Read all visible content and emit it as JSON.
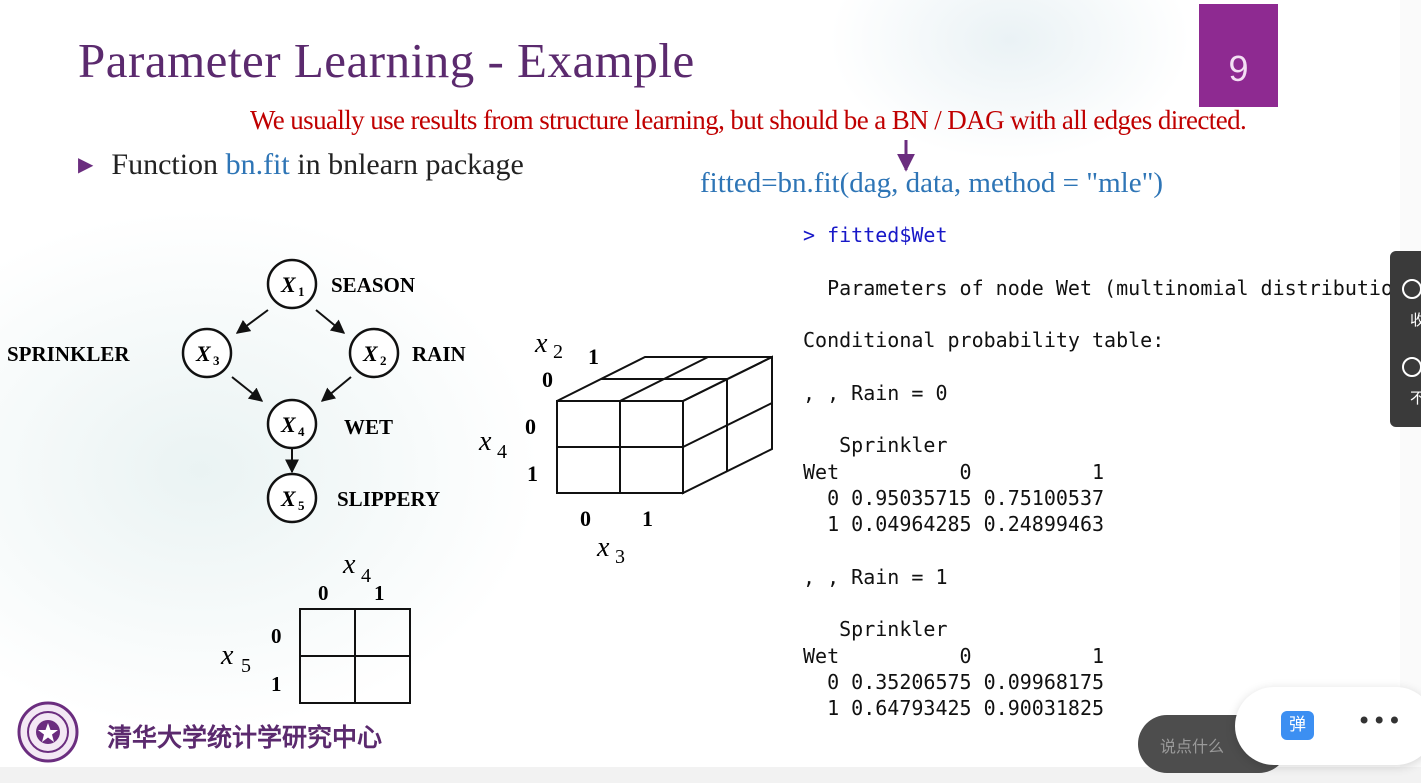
{
  "slide": {
    "title": "Parameter Learning - Example",
    "number": "9",
    "note": "We usually use results from structure learning, but should be a BN / DAG with all edges directed.",
    "bullet": {
      "prefix": "Function ",
      "func": "bn.fit",
      "suffix": " in bnlearn package"
    },
    "code": "fitted=bn.fit(dag, data, method = \"mle\")"
  },
  "network": {
    "nodes": [
      {
        "symbol": "X",
        "sub": "1",
        "label": "SEASON"
      },
      {
        "symbol": "X",
        "sub": "3",
        "label": "SPRINKLER"
      },
      {
        "symbol": "X",
        "sub": "2",
        "label": "RAIN"
      },
      {
        "symbol": "X",
        "sub": "4",
        "label": "WET"
      },
      {
        "symbol": "X",
        "sub": "5",
        "label": "SLIPPERY"
      }
    ]
  },
  "cube": {
    "x2_label": "x",
    "x2_sub": "2",
    "x4_label": "x",
    "x4_sub": "4",
    "x3_label": "x",
    "x3_sub": "3",
    "ticks": [
      "0",
      "1"
    ]
  },
  "grid": {
    "x4_label": "x",
    "x4_sub": "4",
    "x5_label": "x",
    "x5_sub": "5",
    "ticks": [
      "0",
      "1"
    ]
  },
  "console": {
    "command": "> fitted$Wet",
    "lines": [
      "",
      "  Parameters of node Wet (multinomial distribution)",
      "",
      "Conditional probability table:",
      "",
      ", , Rain = 0",
      "",
      "   Sprinkler",
      "Wet          0          1",
      "  0 0.95035715 0.75100537",
      "  1 0.04964285 0.24899463",
      "",
      ", , Rain = 1",
      "",
      "   Sprinkler",
      "Wet          0          1",
      "  0 0.35206575 0.09968175",
      "  1 0.64793425 0.90031825"
    ]
  },
  "footer": {
    "university": "清华大学统计学研究中心"
  },
  "player": {
    "side_labels": [
      "收",
      "不"
    ],
    "comment_placeholder": "说点什么",
    "danmu_label": "弹",
    "more_label": "•••"
  },
  "colors": {
    "accent": "#8e2a91",
    "title": "#5b2a6e",
    "note": "#c00000",
    "code": "#2e75b6"
  }
}
